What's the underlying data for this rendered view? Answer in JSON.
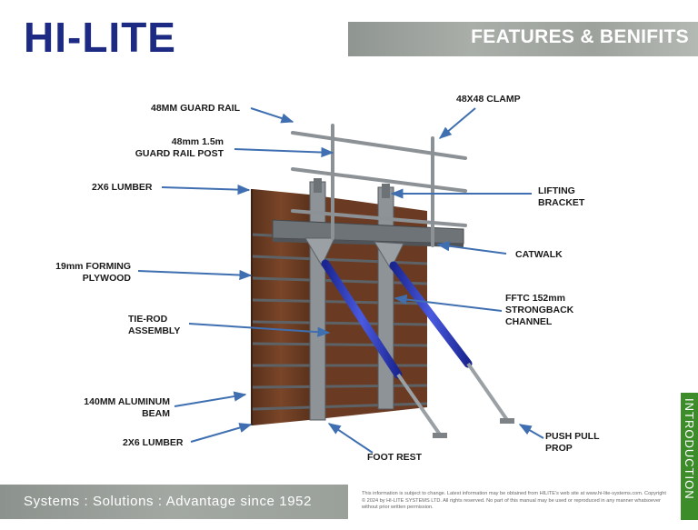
{
  "logo": "HI-LITE",
  "header": {
    "title": "FEATURES & BENIFITS"
  },
  "labels": {
    "guard_rail": "48MM GUARD RAIL",
    "guard_rail_post_1": "48mm 1.5m",
    "guard_rail_post_2": "GUARD RAIL POST",
    "lumber_top": "2X6 LUMBER",
    "plywood_1": "19mm FORMING",
    "plywood_2": "PLYWOOD",
    "tie_rod_1": "TIE-ROD",
    "tie_rod_2": "ASSEMBLY",
    "aluminum_beam_1": "140MM ALUMINUM",
    "aluminum_beam_2": "BEAM",
    "lumber_bottom": "2X6 LUMBER",
    "clamp": "48X48 CLAMP",
    "lifting_bracket_1": "LIFTING",
    "lifting_bracket_2": "BRACKET",
    "catwalk": "CATWALK",
    "strongback_1": "FFTC 152mm",
    "strongback_2": "STRONGBACK",
    "strongback_3": "CHANNEL",
    "push_pull_1": "PUSH PULL",
    "push_pull_2": "PROP",
    "foot_rest": "FOOT REST"
  },
  "footer": {
    "tagline": "Systems : Solutions : Advantage since 1952",
    "disclaimer": "This information is subject to change.  Latest information may be obtained from HILITE's web site at www.hi-lite-systems.com. Copyright © 2024 by HI-LITE SYSTEMS LTD.  All rights reserved.  No part of this manual may be used or reproduced in any manner whatsoever without prior written permission."
  },
  "side_tab": "INTRODUCTION",
  "colors": {
    "brand_blue": "#1c2a84",
    "arrow": "#3f6fb0",
    "prop_blue": "#2230b8",
    "tab_green": "#3c8c2a",
    "wood": "#6b3d23"
  }
}
